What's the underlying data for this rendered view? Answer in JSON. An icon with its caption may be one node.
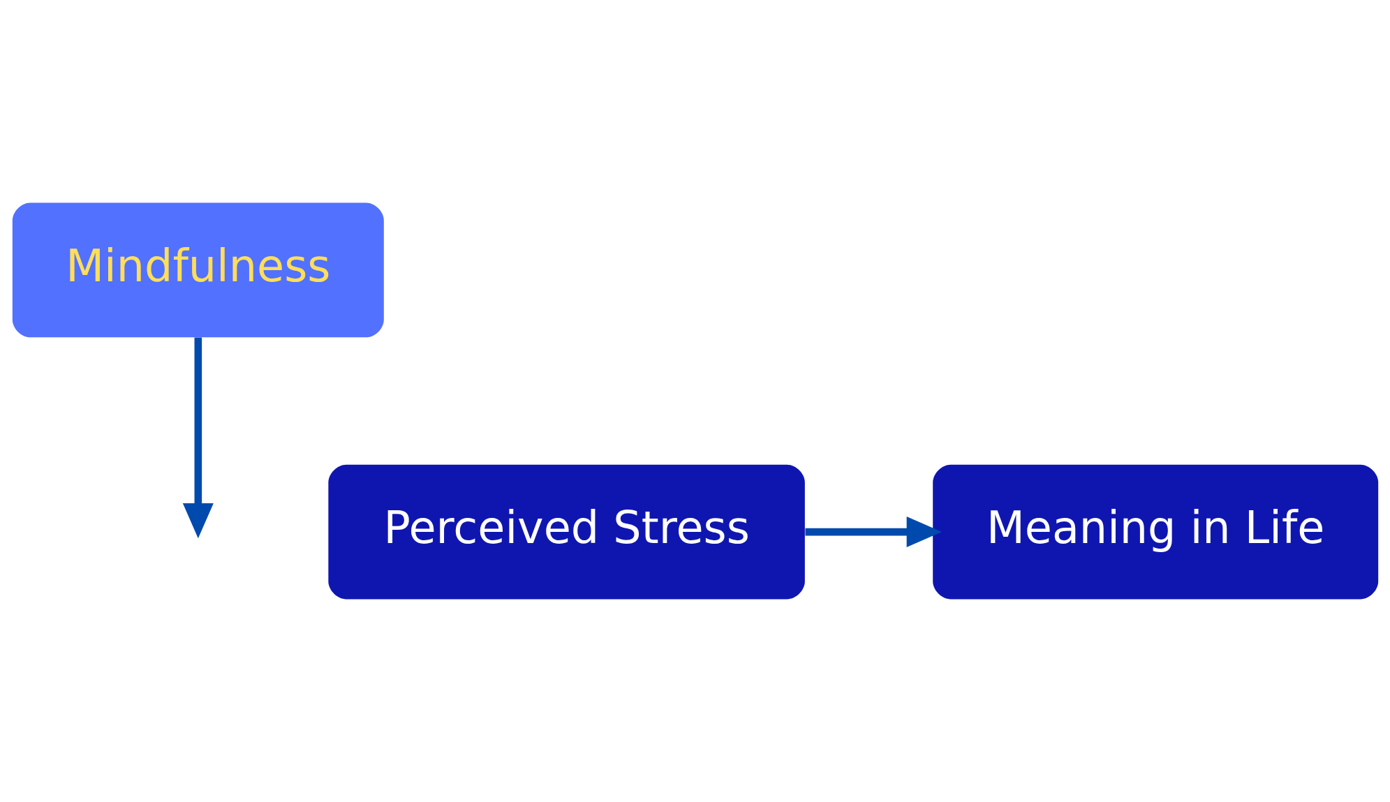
{
  "diagram": {
    "nodes": [
      {
        "text": [
          "Mindfulness"
        ]
      },
      {
        "text": [
          "Perceived Stress"
        ]
      },
      {
        "text": [
          "Meaning in Life"
        ]
      }
    ],
    "edges": [
      {
        "from": 0,
        "to": null,
        "arrow": "to"
      },
      {
        "from": 1,
        "to": 2,
        "arrow": "to"
      }
    ]
  }
}
